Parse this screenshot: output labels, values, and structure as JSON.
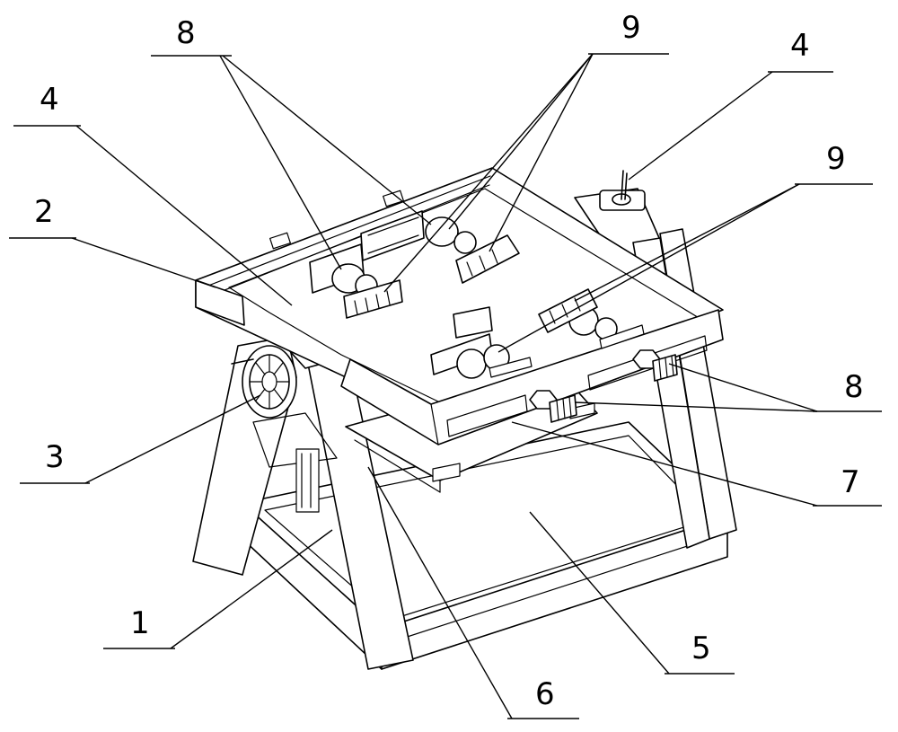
{
  "figure": {
    "colors": {
      "line": "#000000",
      "background": "#ffffff"
    },
    "callouts": {
      "top_left_8": "8",
      "top_9": "9",
      "top_left_4": "4",
      "top_right_4": "4",
      "right_9": "9",
      "left_2": "2",
      "left_3": "3",
      "right_8": "8",
      "right_7": "7",
      "bottom_1": "1",
      "bottom_5": "5",
      "bottom_6": "6"
    }
  }
}
